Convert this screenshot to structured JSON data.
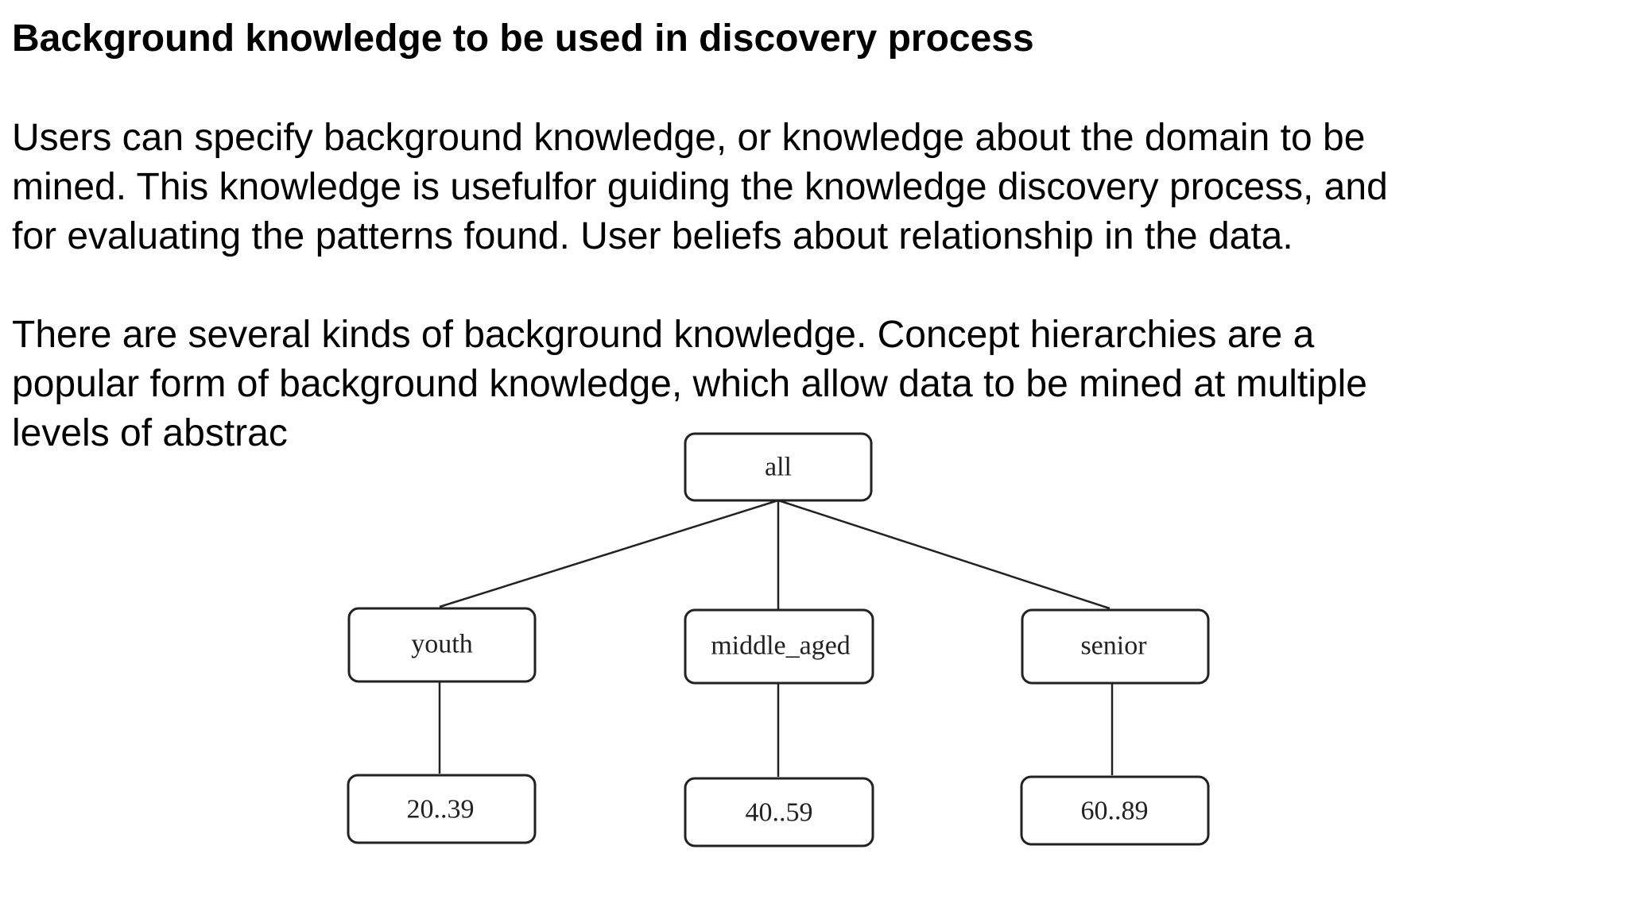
{
  "title": "Background knowledge to be used in discovery process",
  "paragraph1": {
    "lines": [
      "Users can specify background knowledge, or knowledge about the domain to be",
      "mined. This knowledge is usefulfor guiding the knowledge discovery process, and",
      "for evaluating the patterns found. User beliefs about relationship in the data."
    ]
  },
  "paragraph2": {
    "lines": [
      "There are several kinds of background knowledge. Concept hierarchies are a",
      "popular form of background knowledge, which allow data to be mined at multiple",
      "levels of abstrac"
    ]
  },
  "concept_hierarchy": {
    "root": "all",
    "children": [
      {
        "label": "youth",
        "child": "20..39"
      },
      {
        "label": "middle_aged",
        "child": "40..59"
      },
      {
        "label": "senior",
        "child": "60..89"
      }
    ]
  }
}
